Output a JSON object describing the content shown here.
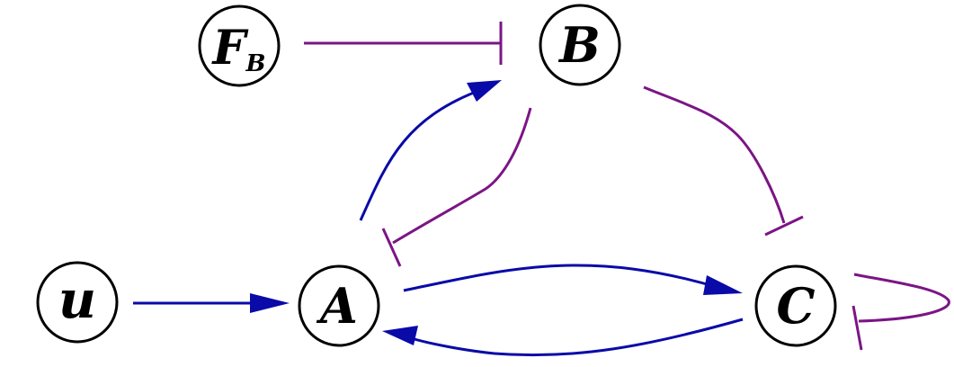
{
  "nodes": {
    "fb": {
      "label": "F",
      "subscript": "B"
    },
    "b": {
      "label": "B"
    },
    "a": {
      "label": "A"
    },
    "u": {
      "label": "u"
    },
    "c": {
      "label": "C"
    }
  },
  "edges": [
    {
      "from": "F_B",
      "to": "B",
      "type": "inhibition"
    },
    {
      "from": "A",
      "to": "B",
      "type": "activation"
    },
    {
      "from": "B",
      "to": "A",
      "type": "inhibition"
    },
    {
      "from": "B",
      "to": "C",
      "type": "inhibition"
    },
    {
      "from": "u",
      "to": "A",
      "type": "activation"
    },
    {
      "from": "A",
      "to": "C",
      "type": "activation"
    },
    {
      "from": "C",
      "to": "A",
      "type": "activation"
    },
    {
      "from": "C",
      "to": "C",
      "type": "inhibition"
    }
  ],
  "colors": {
    "activation": "#0a0aa8",
    "inhibition": "#7b1585",
    "node_stroke": "#000000"
  }
}
